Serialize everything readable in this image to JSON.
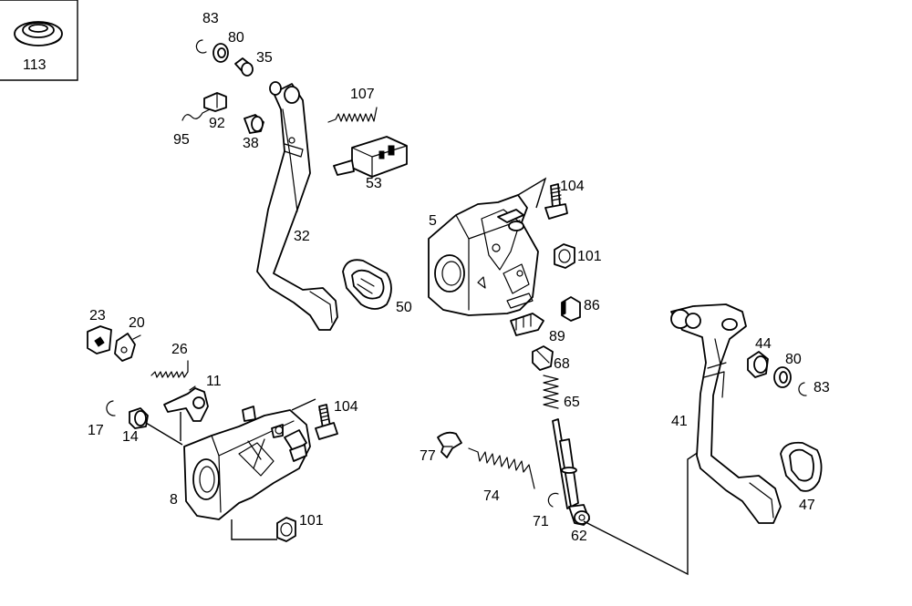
{
  "inset_label": "113",
  "labels": {
    "l83a": "83",
    "l80a": "80",
    "l35": "35",
    "l107": "107",
    "l92": "92",
    "l95": "95",
    "l38": "38",
    "l53": "53",
    "l32": "32",
    "l50": "50",
    "l5": "5",
    "l104a": "104",
    "l101a": "101",
    "l86": "86",
    "l89": "89",
    "l68": "68",
    "l65": "65",
    "l23": "23",
    "l20": "20",
    "l26": "26",
    "l11": "11",
    "l17": "17",
    "l14": "14",
    "l104b": "104",
    "l8": "8",
    "l101b": "101",
    "l77": "77",
    "l74": "74",
    "l71": "71",
    "l62": "62",
    "l41": "41",
    "l44": "44",
    "l80b": "80",
    "l83b": "83",
    "l47": "47"
  },
  "colors": {
    "line": "#000000",
    "background": "#ffffff"
  }
}
